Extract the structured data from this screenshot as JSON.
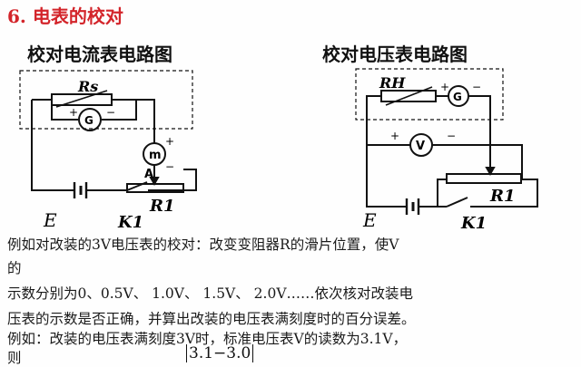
{
  "heading": "6. 电表的校对",
  "diagrams": {
    "left_title": "校对电流表电路图",
    "right_title": "校对电压表电路图",
    "labels": {
      "r_s": "Rs",
      "r_h": "RH",
      "g": "G",
      "m": "m",
      "v": "V",
      "a": "A",
      "r1": "R1",
      "k1": "K1",
      "e": "E",
      "plus": "+",
      "minus": "−"
    }
  },
  "text": {
    "line1": "例如对改装的3V电压表的校对：改变变阻器R的滑片位置，使V",
    "line2": "的",
    "line3": "示数分别为0、0.5V、 1.0V、 1.5V、 2.0V……依次核对改装电",
    "line4": "压表的示数是否正确，并算出改装的电压表满刻度时的百分误差。",
    "line5": "例如：改装的电压表满刻度3V时，标准电压表V的读数为3.1V，",
    "line6": "则",
    "formula": "3.1−3.0"
  },
  "colors": {
    "heading": "#d3242a",
    "ink": "#111111"
  }
}
